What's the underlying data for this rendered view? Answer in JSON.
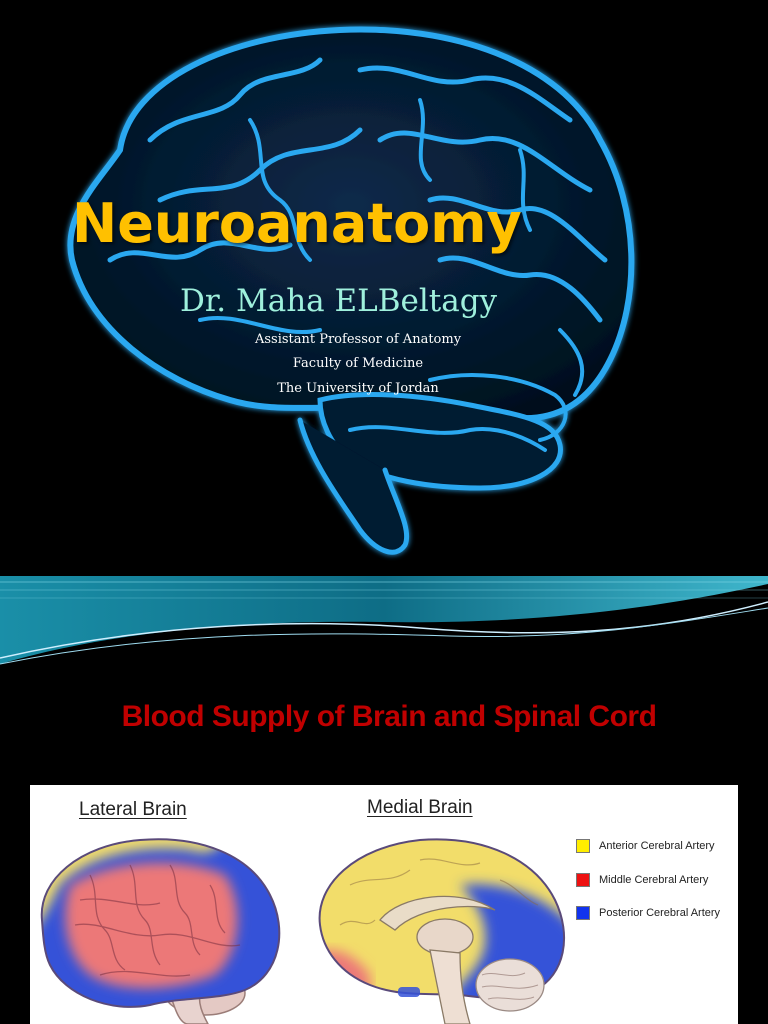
{
  "title": "Neuroanatomy",
  "author": "Dr. Maha ELBeltagy",
  "affiliation": [
    "Assistant Professor of Anatomy",
    "Faculty of Medicine",
    "The University of Jordan"
  ],
  "subtitle": "Blood Supply of Brain and Spinal Cord",
  "figure": {
    "lateral_label": "Lateral Brain",
    "medial_label": "Medial Brain",
    "legend": [
      {
        "label": "Anterior Cerebral Artery",
        "color": "#ffee00"
      },
      {
        "label": "Middle Cerebral Artery",
        "color": "#ee1111"
      },
      {
        "label": "Posterior Cerebral Artery",
        "color": "#1133ee"
      }
    ]
  },
  "colors": {
    "title": "#ffc000",
    "author": "#9ff0dc",
    "subtitle": "#c00000",
    "brain_glow": "#2aa8f0",
    "anterior_region": "#f2dd6a",
    "middle_region": "#ec7878",
    "posterior_region": "#3552d8"
  }
}
